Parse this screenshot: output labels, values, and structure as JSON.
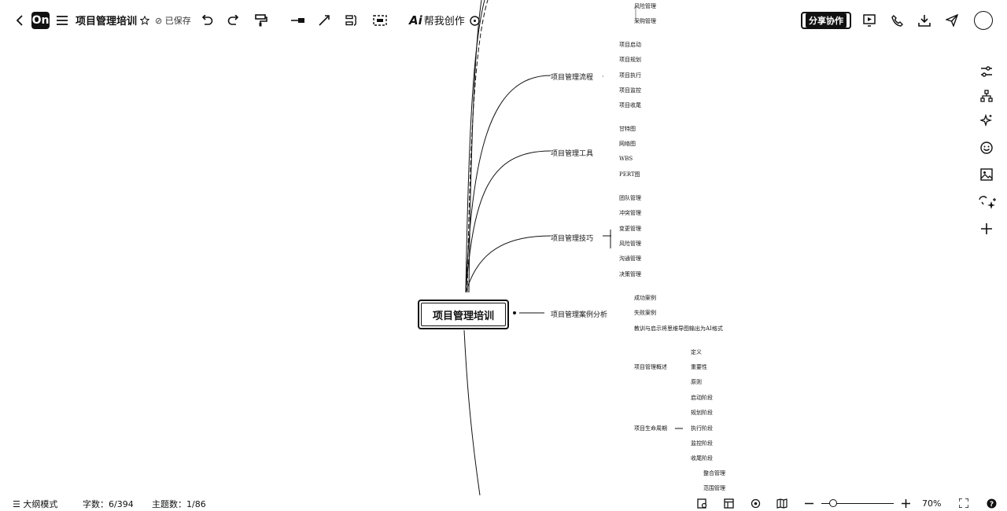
{
  "toolbar": {
    "logo": "On",
    "title": "项目管理培训",
    "saved": "已保存",
    "ai_label": "Ai",
    "ai_text": "帮我创作",
    "share": "分享协作"
  },
  "mindmap": {
    "root": "项目管理培训",
    "top_partial": [
      "风险管理",
      "采购管理"
    ],
    "branches": [
      {
        "label": "项目管理流程",
        "children": [
          "项目启动",
          "项目规划",
          "项目执行",
          "项目监控",
          "项目收尾"
        ]
      },
      {
        "label": "项目管理工具",
        "children": [
          "甘特图",
          "网络图",
          "WBS",
          "PERT图"
        ]
      },
      {
        "label": "项目管理技巧",
        "children": [
          "团队管理",
          "冲突管理",
          "变更管理",
          "风险管理",
          "沟通管理",
          "决策管理"
        ]
      },
      {
        "label": "项目管理案例分析",
        "children": [
          "成功案例",
          "失败案例",
          "教训与启示将思维导图输出为AI格式"
        ]
      }
    ],
    "lower": {
      "overview": {
        "label": "项目管理概述",
        "children": [
          "定义",
          "重要性",
          "原则"
        ]
      },
      "lifecycle": {
        "label": "项目生命周期",
        "children": [
          "启动阶段",
          "规划阶段",
          "执行阶段",
          "监控阶段",
          "收尾阶段"
        ]
      },
      "bottom_partial": [
        "整合管理",
        "范围管理"
      ]
    }
  },
  "statusbar": {
    "outline": "大纲模式",
    "words": "字数：6/394",
    "topics": "主题数：1/86",
    "zoom": "70%"
  }
}
